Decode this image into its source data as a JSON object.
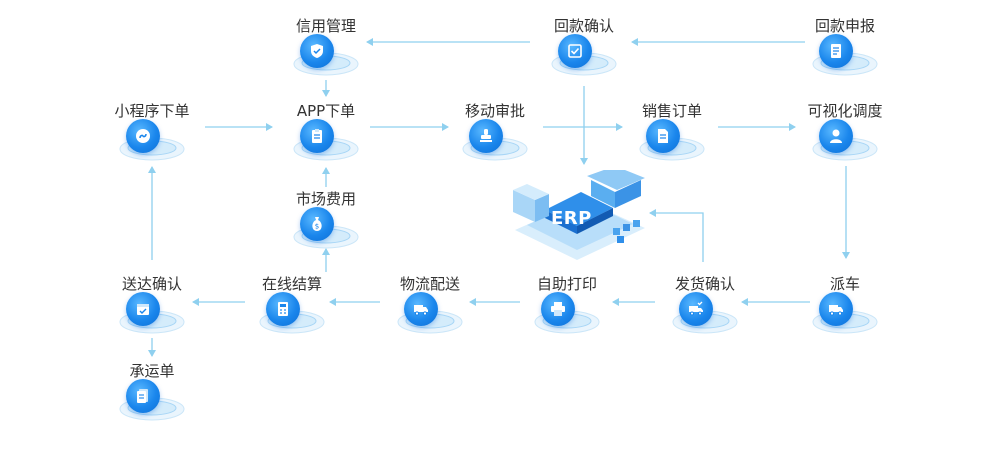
{
  "nodes": {
    "xinyong": "信用管理",
    "huikuanqueren": "回款确认",
    "huikuanshenbao": "回款申报",
    "xiaochengxu": "小程序下单",
    "app": "APP下单",
    "yidongshenpi": "移动审批",
    "xiaoshou": "销售订单",
    "keshihua": "可视化调度",
    "shichang": "市场费用",
    "erp": "ERP",
    "songda": "送达确认",
    "zaixian": "在线结算",
    "wuliu": "物流配送",
    "zizhu": "自助打印",
    "fahuo": "发货确认",
    "paiche": "派车",
    "chengyun": "承运单"
  },
  "colors": {
    "arrow": "#8fd0ef",
    "disc": "#1a86ec",
    "label": "#333333"
  },
  "icons": {
    "xinyong": "shield-icon",
    "huikuanqueren": "checkbox-icon",
    "huikuanshenbao": "document-icon",
    "xiaochengxu": "miniprogram-icon",
    "app": "clipboard-icon",
    "yidongshenpi": "stamp-icon",
    "xiaoshou": "file-icon",
    "keshihua": "user-icon",
    "shichang": "money-bag-icon",
    "songda": "box-check-icon",
    "zaixian": "calculator-icon",
    "wuliu": "truck-icon",
    "zizhu": "printer-icon",
    "fahuo": "truck-check-icon",
    "paiche": "truck-icon",
    "chengyun": "waybill-icon"
  }
}
